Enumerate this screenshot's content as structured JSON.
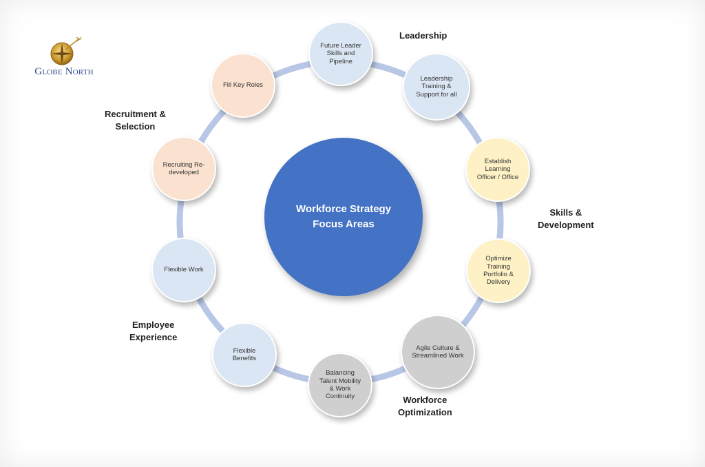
{
  "logo": {
    "brand": "Globe North"
  },
  "center": {
    "text": "Workforce Strategy\nFocus Areas"
  },
  "colors": {
    "center": "#4472c4",
    "ring": "#b9c7e6",
    "leadership_node": "#dae6f3",
    "recruitment_node": "#fbe1cf",
    "skills_node": "#fdf1c5",
    "optimization_node": "#cfcfcf",
    "experience_node": "#dae6f3"
  },
  "groups": {
    "leadership": "Leadership",
    "recruitment": "Recruitment &\nSelection",
    "skills": "Skills &\nDevelopment",
    "employee_experience": "Employee\nExperience",
    "workforce_optimization": "Workforce\nOptimization"
  },
  "nodes": {
    "future_leader": "Future Leader\nSkills and\nPipeline",
    "leadership_training": "Leadership\nTraining &\nSupport for all",
    "establish_learning": "Establish\nLearning\nOfficer / Office",
    "optimize_training": "Optimize\nTraining\nPortfolio &\nDelivery",
    "agile_culture": "Agile Culture &\nStreamlined Work",
    "balancing_talent": "Balancing\nTalent Mobility\n& Work\nContinuity",
    "flexible_benefits": "Flexible\nBenefits",
    "flexible_work": "Flexible Work",
    "recruiting_redeveloped": "Recruiting Re-\ndeveloped",
    "fill_key_roles": "Fill Key Roles"
  }
}
